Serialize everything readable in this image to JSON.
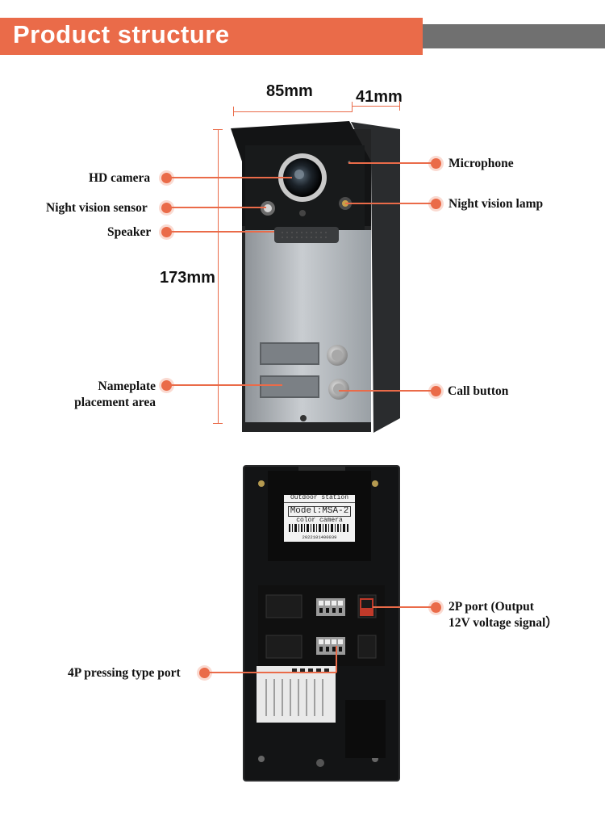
{
  "header": {
    "title": "Product structure"
  },
  "dimensions": {
    "width": "85mm",
    "depth": "41mm",
    "height": "173mm"
  },
  "front_labels": {
    "hd_camera": "HD camera",
    "night_vision_sensor": "Night vision sensor",
    "speaker": "Speaker",
    "nameplate_line1": "Nameplate",
    "nameplate_line2": "placement area",
    "microphone": "Microphone",
    "night_vision_lamp": "Night vision lamp",
    "call_button": "Call button"
  },
  "back_labels": {
    "port_2p_line1": "2P port (Output",
    "port_2p_line2": "12V voltage signal）",
    "port_4p": "4P pressing type port"
  },
  "sticker": {
    "heading": "Outdoor station",
    "model": "Model:MSA-2",
    "subtitle": "color camera",
    "serial": "2022101400039"
  },
  "colors": {
    "accent": "#ea6b49",
    "banner_bar": "#707070"
  }
}
